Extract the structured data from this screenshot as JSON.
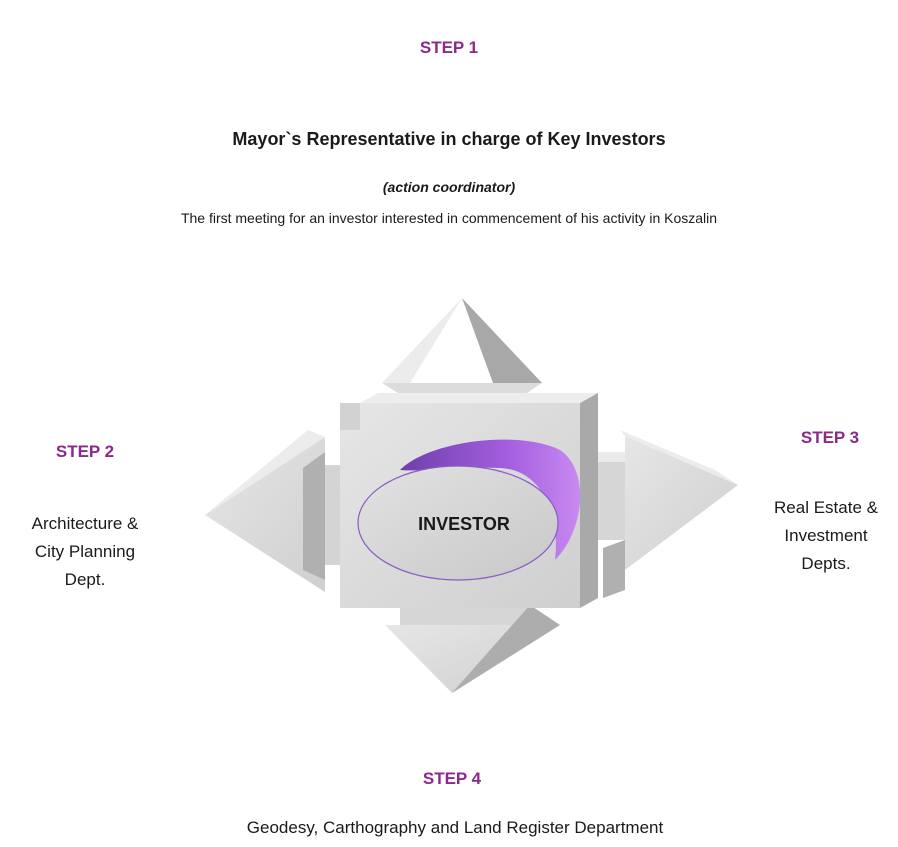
{
  "step1": {
    "label": "STEP 1",
    "title": "Mayor`s Representative in charge of Key Investors",
    "role": "(action coordinator)",
    "description": "The first meeting for an investor interested in commencement of his activity in Koszalin"
  },
  "step2": {
    "label": "STEP 2",
    "lines": [
      "Architecture &",
      "City Planning",
      "Dept."
    ]
  },
  "step3": {
    "label": "STEP 3",
    "lines": [
      "Real Estate &",
      "Investment",
      "Depts."
    ]
  },
  "step4": {
    "label": "STEP 4",
    "text": "Geodesy, Carthography and Land Register Department"
  },
  "center": {
    "label": "INVESTOR"
  },
  "colors": {
    "step_label": "#8b2a8c",
    "arrow_face": "#d9d9d9",
    "arrow_side": "#a6a6a6",
    "arrow_top": "#ececec",
    "accent": "#b46be8"
  }
}
